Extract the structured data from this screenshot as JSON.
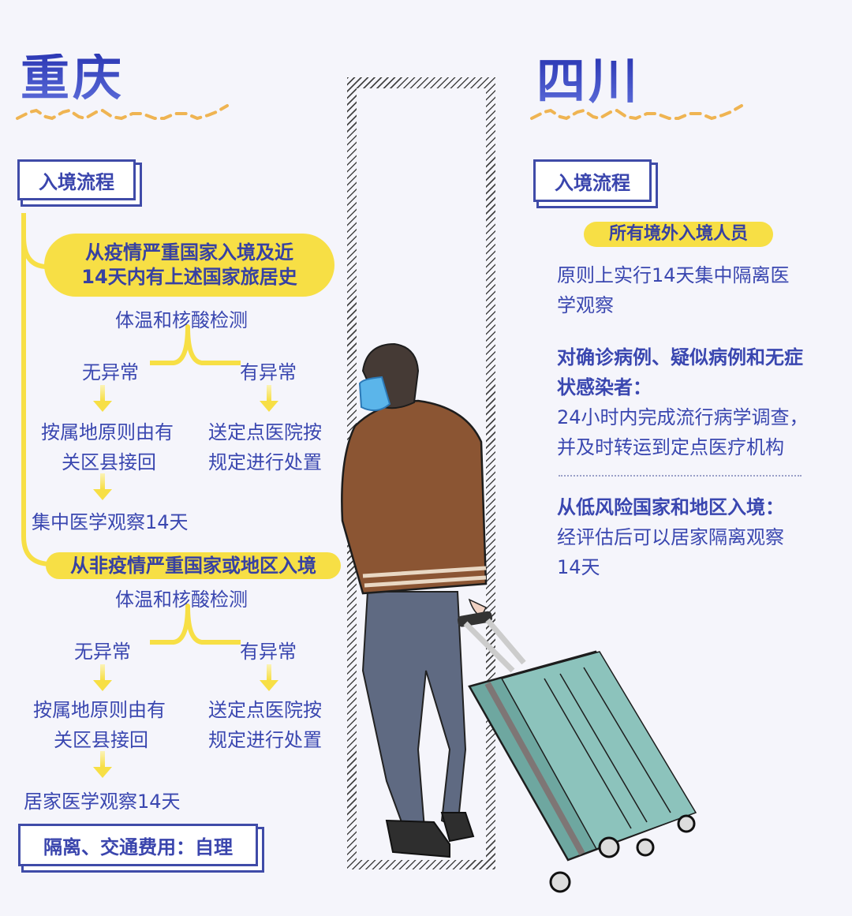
{
  "left": {
    "title": "重庆",
    "section_label": "入境流程",
    "branch1": {
      "header": "从疫情严重国家入境及近14天内有上述国家旅居史",
      "header_line1": "从疫情严重国家入境及近",
      "header_line2": "14天内有上述国家旅居史",
      "check": "体温和核酸检测",
      "normal": "无异常",
      "abnormal": "有异常",
      "normal_result_line1": "按属地原则由有",
      "normal_result_line2": "关区县接回",
      "abnormal_result_line1": "送定点医院按",
      "abnormal_result_line2": "规定进行处置",
      "final": "集中医学观察14天"
    },
    "branch2": {
      "header": "从非疫情严重国家或地区入境",
      "check": "体温和核酸检测",
      "normal": "无异常",
      "abnormal": "有异常",
      "normal_result_line1": "按属地原则由有",
      "normal_result_line2": "关区县接回",
      "abnormal_result_line1": "送定点医院按",
      "abnormal_result_line2": "规定进行处置",
      "final": "居家医学观察14天"
    },
    "cost_label": "隔离、交通费用：自理"
  },
  "right": {
    "title": "四川",
    "section_label": "入境流程",
    "pill": "所有境外入境人员",
    "para1_line1": "原则上实行14天集中隔离医",
    "para1_line2": "学观察",
    "heading2_line1": "对确诊病例、疑似病例和无症",
    "heading2_line2": "状感染者：",
    "para2_line1": "24小时内完成流行病学调查，",
    "para2_line2": "并及时转运到定点医疗机构",
    "heading3": "从低风险国家和地区入境：",
    "para3_line1": "经评估后可以居家隔离观察",
    "para3_line2": "14天"
  },
  "colors": {
    "primary_blue": "#3a47b0",
    "accent_yellow": "#f7df45",
    "zigzag_orange": "#efb452",
    "background": "#f5f5fb"
  },
  "illustration": {
    "subject": "man-with-mask-pulling-suitcase"
  }
}
